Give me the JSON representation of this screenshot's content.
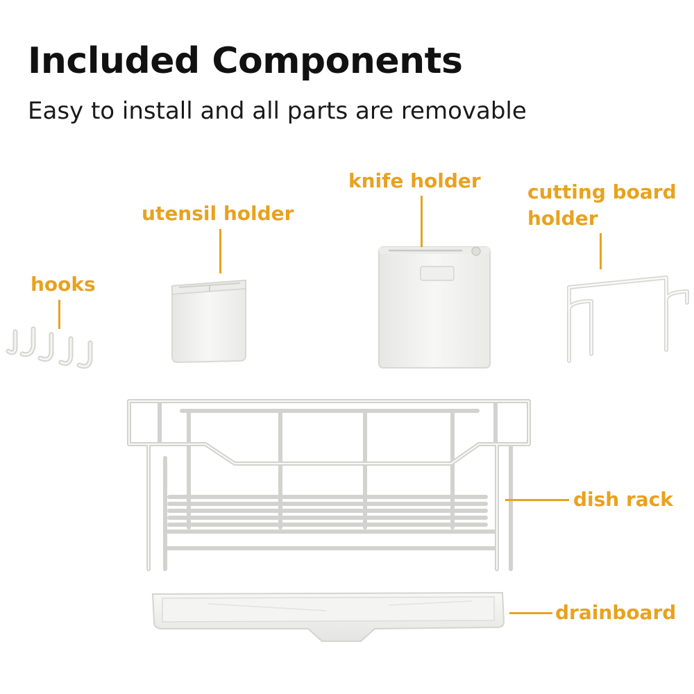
{
  "header": {
    "title": "Included Components",
    "subtitle": "Easy to install and all parts are removable"
  },
  "labels": {
    "hooks": "hooks",
    "utensil_holder": "utensil holder",
    "knife_holder": "knife holder",
    "cutting_board_holder_line1": "cutting board",
    "cutting_board_holder_line2": "holder",
    "dish_rack": "dish rack",
    "drainboard": "drainboard"
  },
  "colors": {
    "accent": "#e8a21f",
    "title": "#111111",
    "product": "#f2f2f0"
  }
}
